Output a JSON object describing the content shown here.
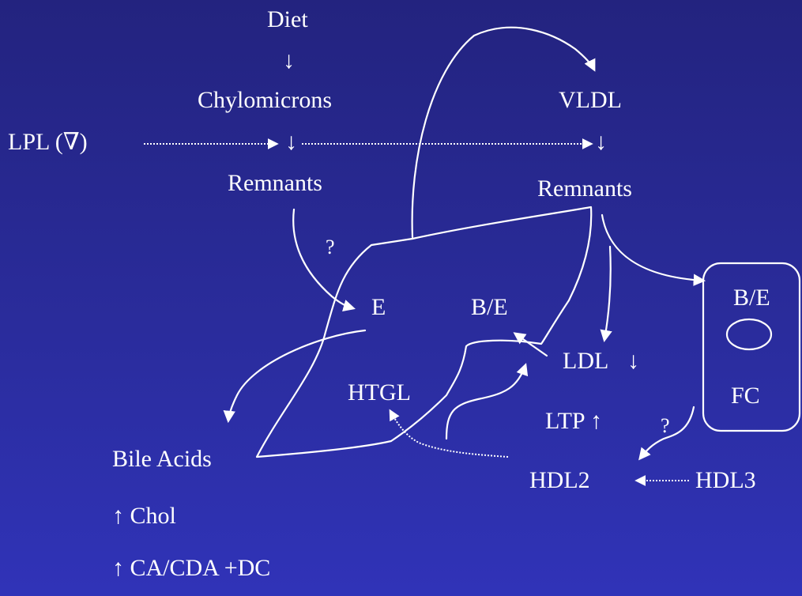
{
  "labels": {
    "diet": "Diet",
    "arrow_diet": "↓",
    "chylomicrons": "Chylomicrons",
    "lpl": "LPL (∇)",
    "arrow_chylo": "↓",
    "remnants_left": "Remnants",
    "vldl": "VLDL",
    "arrow_vldl": "↓",
    "remnants_right": "Remnants",
    "question_1": "?",
    "receptor_e": "E",
    "receptor_be": "B/E",
    "ldl": "LDL",
    "ldl_arrow": "↓",
    "htgl": "HTGL",
    "ltp": "LTP ↑",
    "question_2": "?",
    "cell_be": "B/E",
    "cell_fc": "FC",
    "hdl2": "HDL2",
    "hdl3": "HDL3",
    "bile_acids": "Bile Acids",
    "chol": "↑ Chol",
    "ca_cda": "↑ CA/CDA +DC"
  },
  "colors": {
    "background": "#2a2c9c",
    "foreground": "#ffffff"
  }
}
